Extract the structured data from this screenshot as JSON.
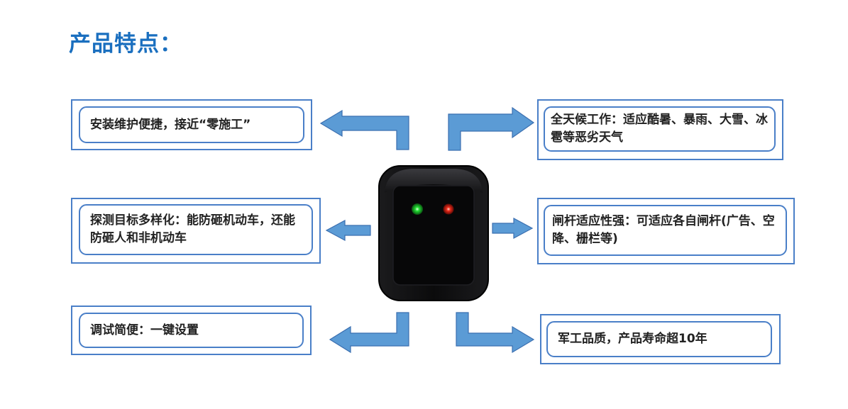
{
  "page_title": "产品特点：",
  "features": {
    "top_left": "安装维护便捷，接近“零施工”",
    "top_right": "全天候工作：适应酷暑、暴雨、大雪、冰雹等恶劣天气",
    "mid_left": "探测目标多样化：能防砸机动车，还能防砸人和非机动车",
    "mid_right": "闸杆适应性强：可适应各自闸杆(广告、空降、栅栏等)",
    "bottom_left": "调试简便：一键设置",
    "bottom_right": "军工品质，产品寿命超10年"
  },
  "colors": {
    "title": "#1a6fbf",
    "border": "#4a7fc8",
    "arrow_fill": "#5b9bd5",
    "arrow_stroke": "#3b6fb0",
    "led_left": "#22dd33",
    "led_right": "#ee2a1a"
  }
}
